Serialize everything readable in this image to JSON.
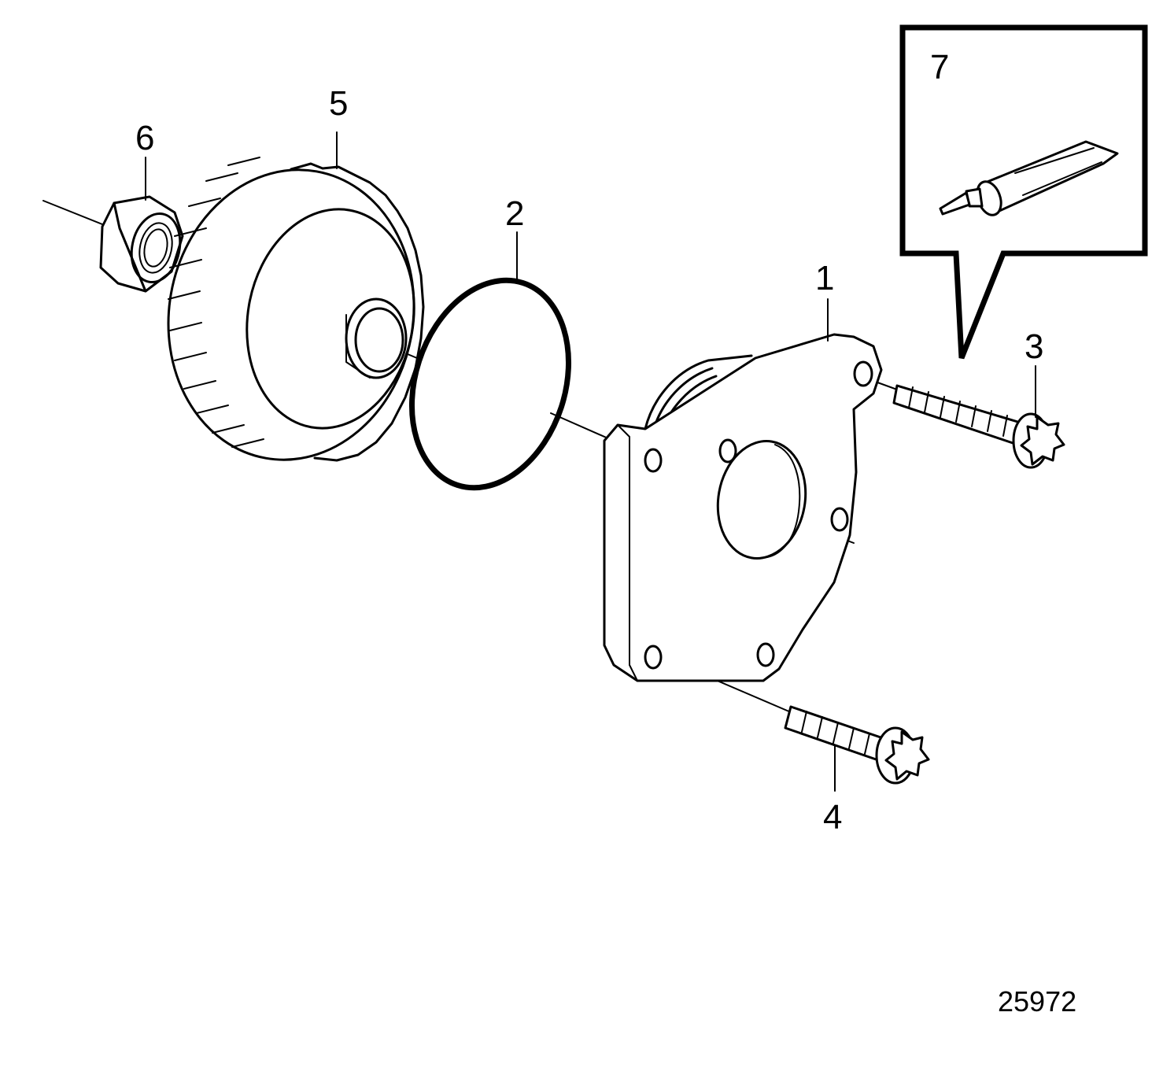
{
  "callouts": {
    "c1": "1",
    "c2": "2",
    "c3": "3",
    "c4": "4",
    "c5": "5",
    "c6": "6",
    "c7": "7"
  },
  "figure_id": "25972",
  "colors": {
    "line": "#000000",
    "background": "#ffffff"
  },
  "icons": {
    "part1": "cover-plate-icon",
    "part2": "o-ring-icon",
    "part3": "flange-bolt-long-icon",
    "part4": "flange-bolt-short-icon",
    "part5": "gear-wheel-icon",
    "part6": "hex-nut-icon",
    "part7": "sealant-tube-icon"
  }
}
